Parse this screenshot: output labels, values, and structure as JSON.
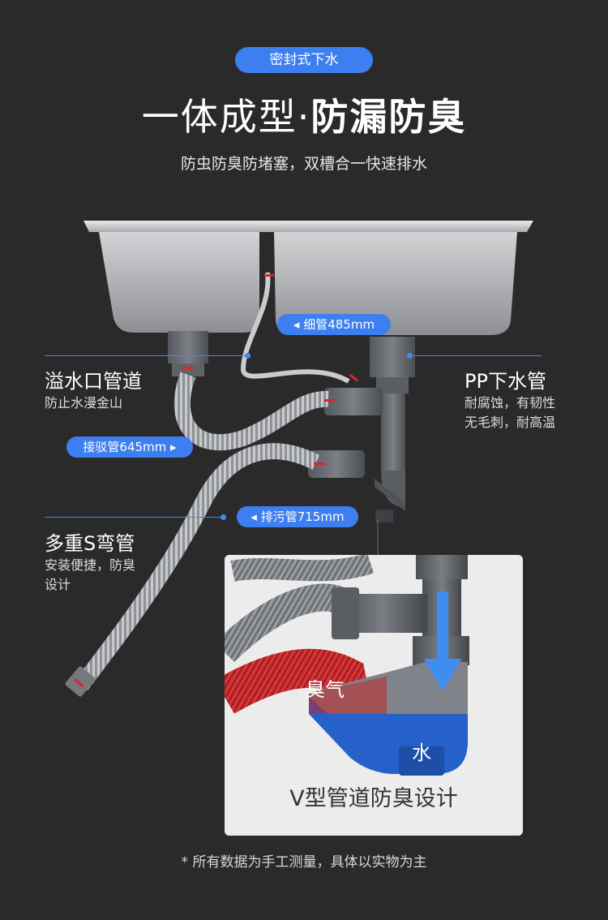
{
  "header": {
    "badge": "密封式下水",
    "title_light": "一体成型·",
    "title_bold": "防漏防臭",
    "subtitle": "防虫防臭防堵塞，双槽合一快速排水"
  },
  "labels": {
    "thin_pipe": "◂ 细管485mm",
    "connector_pipe": "接驳管645mm ▸",
    "sewage_pipe": "◂ 排污管715mm"
  },
  "callouts": {
    "overflow": {
      "title": "溢水口管道",
      "desc": "防止水漫金山"
    },
    "pp_pipe": {
      "title": "PP下水管",
      "desc1": "耐腐蚀，有韧性",
      "desc2": "无毛刺，耐高温"
    },
    "s_bend": {
      "title": "多重S弯管",
      "desc1": "安装便捷，防臭",
      "desc2": "设计"
    }
  },
  "inset": {
    "odor_label": "臭气",
    "water_label": "水",
    "caption": "V型管道防臭设计"
  },
  "footnote": "* 所有数据为手工测量，具体以实物为主",
  "colors": {
    "accent": "#3d7ff0",
    "background": "#2a2a2b",
    "odor": "#c0282a",
    "water": "#1f5fc4"
  }
}
